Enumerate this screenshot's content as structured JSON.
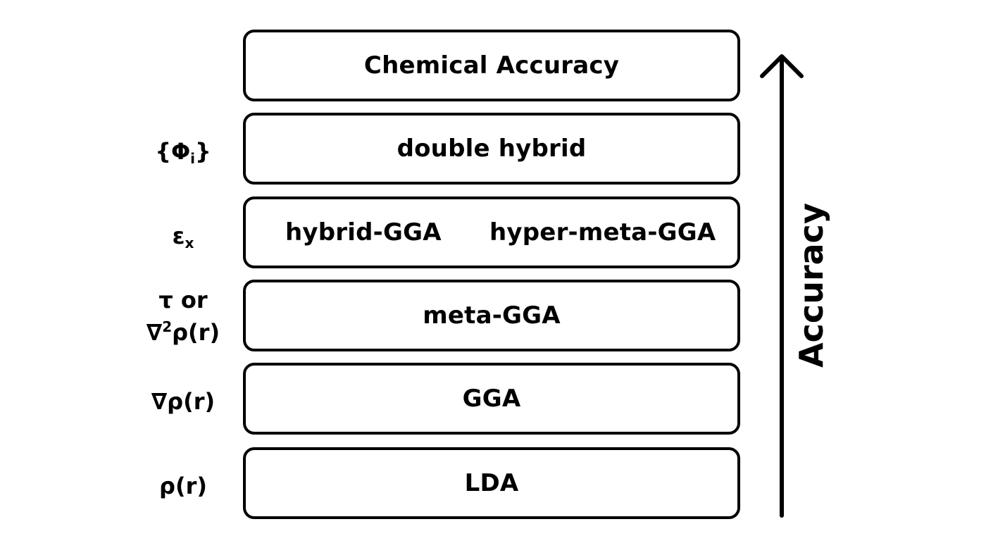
{
  "rungs": {
    "chemical_accuracy": "Chemical Accuracy",
    "double_hybrid": "double hybrid",
    "hybrid_gga": "hybrid-GGA",
    "hyper_meta_gga": "hyper-meta-GGA",
    "meta_gga": "meta-GGA",
    "gga": "GGA",
    "lda": "LDA"
  },
  "ingredients": {
    "orbitals_base": "{Φ",
    "orbitals_sub": "i",
    "orbitals_close": "}",
    "exact_exchange_base": "ε",
    "exact_exchange_sub": "x",
    "kinetic_line1": "τ or",
    "kinetic_line2_nabla": "∇",
    "kinetic_line2_sup": "2",
    "kinetic_line2_rest": "ρ(r)",
    "gradient": "∇ρ(r)",
    "density": "ρ(r)"
  },
  "axis": {
    "label": "Accuracy"
  }
}
